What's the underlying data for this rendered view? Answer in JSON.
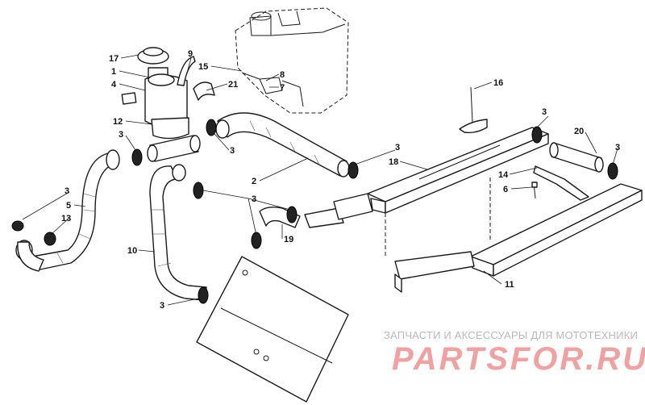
{
  "callouts": [
    {
      "label": "17"
    },
    {
      "label": "1"
    },
    {
      "label": "4"
    },
    {
      "label": "9"
    },
    {
      "label": "15"
    },
    {
      "label": "8"
    },
    {
      "label": "7"
    },
    {
      "label": "21"
    },
    {
      "label": "12"
    },
    {
      "label": "3"
    },
    {
      "label": "3"
    },
    {
      "label": "2"
    },
    {
      "label": "16"
    },
    {
      "label": "3"
    },
    {
      "label": "18"
    },
    {
      "label": "3"
    },
    {
      "label": "20"
    },
    {
      "label": "3"
    },
    {
      "label": "14"
    },
    {
      "label": "6"
    },
    {
      "label": "3"
    },
    {
      "label": "5"
    },
    {
      "label": "13"
    },
    {
      "label": "3"
    },
    {
      "label": "19"
    },
    {
      "label": "10"
    },
    {
      "label": "11"
    },
    {
      "label": "3"
    }
  ],
  "watermark": {
    "subtitle": "ЗАПЧАСТИ И АКСЕССУАРЫ ДЛЯ МОТОТЕХНИКИ",
    "logo": "PARTSFOR.RU",
    "logo_color": "#f2a0a0"
  }
}
